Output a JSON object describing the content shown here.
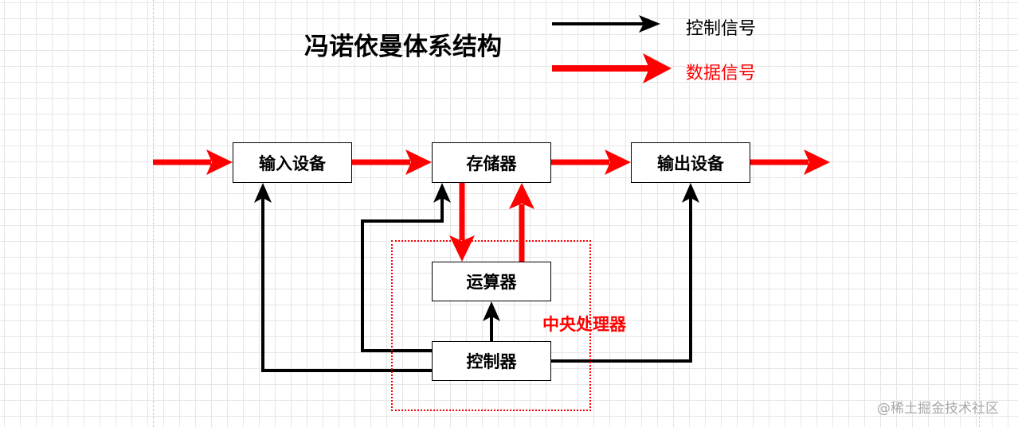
{
  "diagram": {
    "title": "冯诺依曼体系结构",
    "legend": {
      "control_label": "控制信号",
      "data_label": "数据信号"
    },
    "nodes": {
      "input": "输入设备",
      "memory": "存储器",
      "output": "输出设备",
      "alu": "运算器",
      "controller": "控制器"
    },
    "cpu_label": "中央处理器",
    "colors": {
      "control": "#000000",
      "data": "#ff0000",
      "cpu_border": "#ff0000"
    }
  },
  "watermark": "@稀土掘金技术社区"
}
